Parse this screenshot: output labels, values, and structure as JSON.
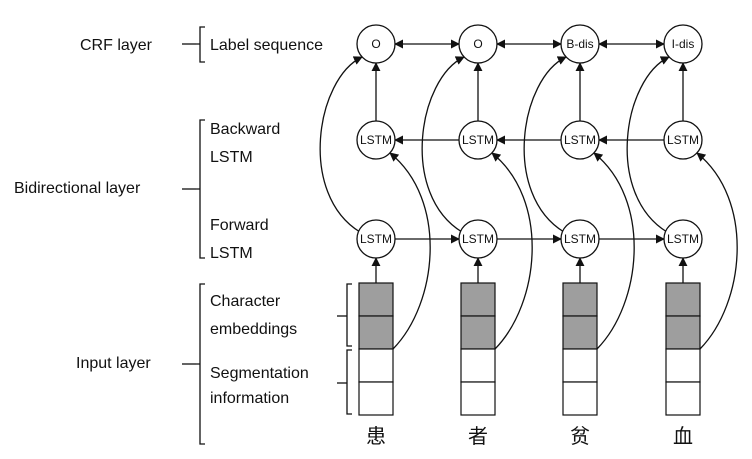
{
  "layers": {
    "crf": "CRF layer",
    "bidirectional": "Bidirectional layer",
    "input": "Input layer"
  },
  "sublayers": {
    "label_sequence": "Label sequence",
    "backward_1": "Backward",
    "backward_2": "LSTM",
    "forward_1": "Forward",
    "forward_2": "LSTM",
    "char_emb_1": "Character",
    "char_emb_2": "embeddings",
    "seg_info_1": "Segmentation",
    "seg_info_2": "information"
  },
  "node_text": "LSTM",
  "columns": [
    {
      "label": "O",
      "character": "患"
    },
    {
      "label": "O",
      "character": "者"
    },
    {
      "label": "B-dis",
      "character": "贫"
    },
    {
      "label": "I-dis",
      "character": "血"
    }
  ],
  "colors": {
    "embedding_fill": "#9e9e9e",
    "stroke": "#111111"
  }
}
